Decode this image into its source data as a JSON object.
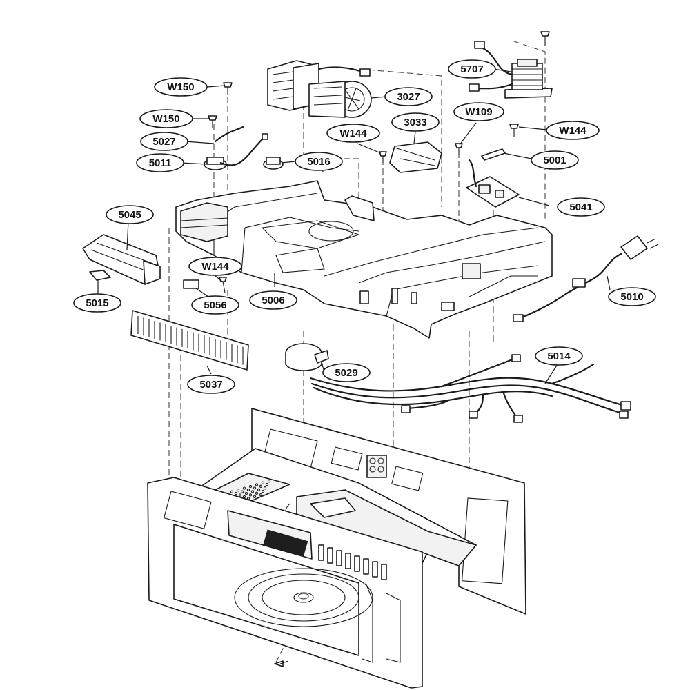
{
  "callouts": [
    {
      "id": "c-w150-a",
      "label": "W150"
    },
    {
      "id": "c-w150-b",
      "label": "W150"
    },
    {
      "id": "c-5027",
      "label": "5027"
    },
    {
      "id": "c-5011",
      "label": "5011"
    },
    {
      "id": "c-5016",
      "label": "5016"
    },
    {
      "id": "c-3027",
      "label": "3027"
    },
    {
      "id": "c-5707",
      "label": "5707"
    },
    {
      "id": "c-w109",
      "label": "W109"
    },
    {
      "id": "c-3033",
      "label": "3033"
    },
    {
      "id": "c-w144-a",
      "label": "W144"
    },
    {
      "id": "c-w144-b",
      "label": "W144"
    },
    {
      "id": "c-5001",
      "label": "5001"
    },
    {
      "id": "c-5041",
      "label": "5041"
    },
    {
      "id": "c-5045",
      "label": "5045"
    },
    {
      "id": "c-w144-c",
      "label": "W144"
    },
    {
      "id": "c-5015",
      "label": "5015"
    },
    {
      "id": "c-5056",
      "label": "5056"
    },
    {
      "id": "c-5006",
      "label": "5006"
    },
    {
      "id": "c-5010",
      "label": "5010"
    },
    {
      "id": "c-5014",
      "label": "5014"
    },
    {
      "id": "c-5029",
      "label": "5029"
    },
    {
      "id": "c-5037",
      "label": "5037"
    }
  ]
}
